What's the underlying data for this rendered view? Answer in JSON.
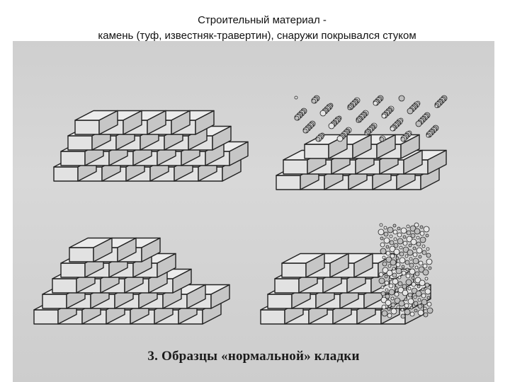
{
  "slide": {
    "title_line1": "Строительный материал -",
    "title_line2": "камень (туф, известняк-травертин), снаружи покрывался стуком"
  },
  "figure": {
    "caption": "3. Образцы «нормальной» кладки",
    "panels": [
      "masonry-top-left",
      "masonry-top-right",
      "masonry-bottom-left",
      "masonry-bottom-right"
    ]
  },
  "colors": {
    "background": "#ffffff",
    "scan": "#d4d4d4",
    "ink": "#222222"
  }
}
